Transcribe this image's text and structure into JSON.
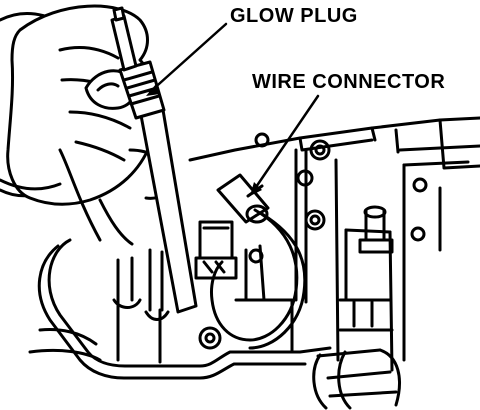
{
  "labels": {
    "glow_plug": "GLOW PLUG",
    "wire_connector": "WIRE CONNECTOR"
  },
  "colors": {
    "ink": "#000000",
    "paper": "#ffffff"
  },
  "icons": {
    "hand": "hand-holding-glow-plug-drawing",
    "engine": "engine-cylinder-head-drawing"
  }
}
